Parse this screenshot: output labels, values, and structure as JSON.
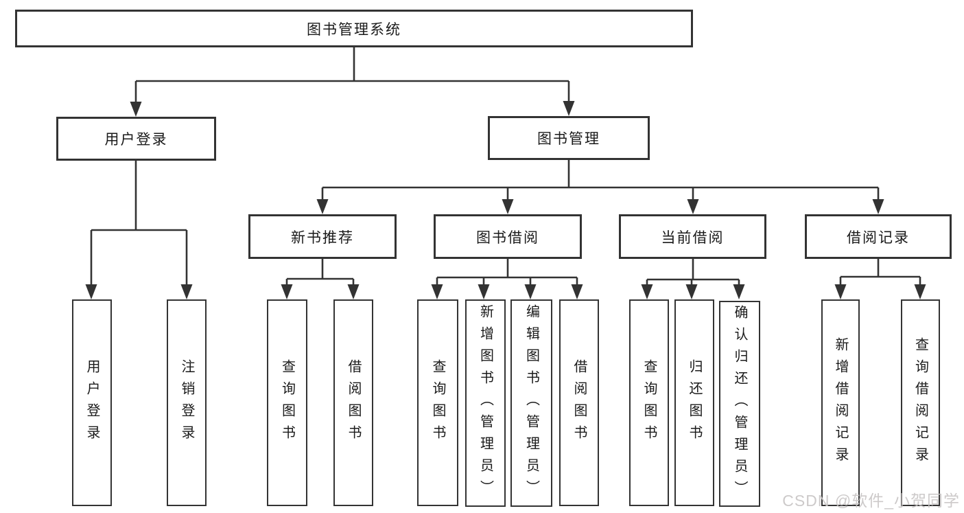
{
  "tree": {
    "root": "图书管理系统",
    "branches": [
      {
        "label": "用户登录",
        "children": [
          "用户登录",
          "注销登录"
        ]
      },
      {
        "label": "图书管理",
        "groups": [
          {
            "label": "新书推荐",
            "children": [
              "查询图书",
              "借阅图书"
            ]
          },
          {
            "label": "图书借阅",
            "children": [
              "查询图书",
              "新增图书（管理员）",
              "编辑图书（管理员）",
              "借阅图书"
            ]
          },
          {
            "label": "当前借阅",
            "children": [
              "查询图书",
              "归还图书",
              "确认归还（管理员）"
            ]
          },
          {
            "label": "借阅记录",
            "children": [
              "新增借阅记录",
              "查询借阅记录"
            ]
          }
        ]
      }
    ]
  },
  "watermark": "CSDN @软件_小贺同学",
  "colors": {
    "line": "#333333",
    "text": "#1a1a1a",
    "box_fill": "#ffffff",
    "background": "#ffffff",
    "watermark": "#c8c5c5"
  }
}
